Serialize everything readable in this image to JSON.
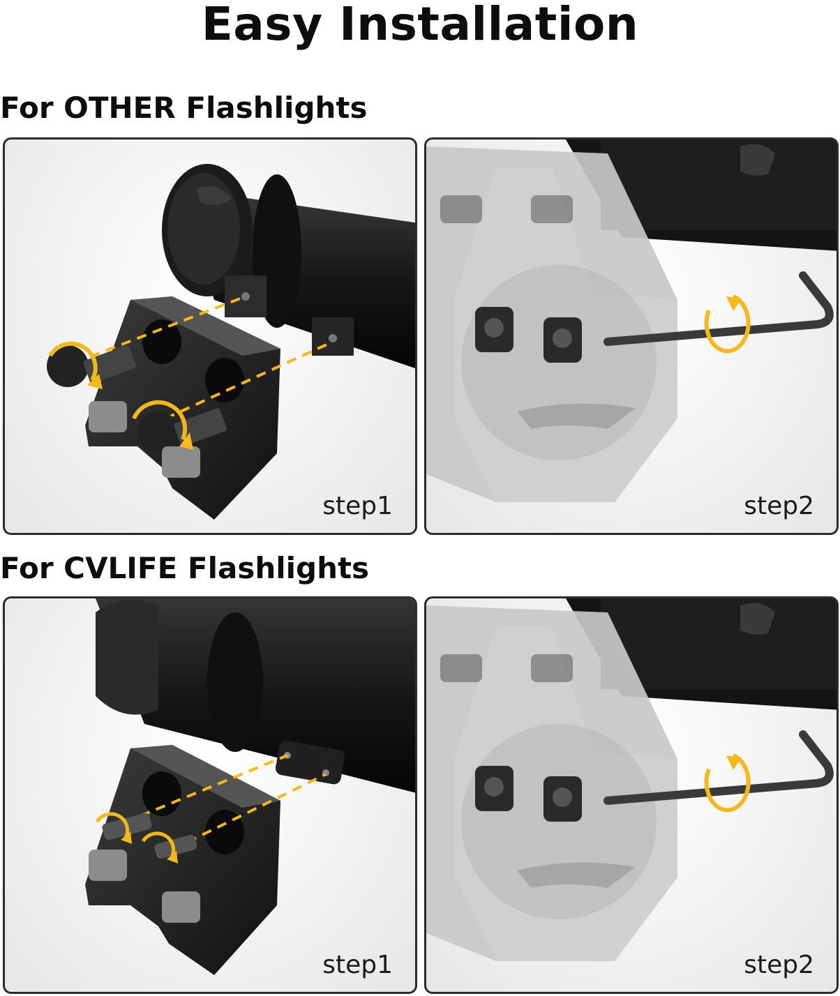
{
  "title": "Easy Installation",
  "sections": [
    {
      "heading": "For OTHER Flashlights",
      "steps": [
        {
          "label": "step1"
        },
        {
          "label": "step2"
        }
      ]
    },
    {
      "heading": "For CVLIFE Flashlights",
      "steps": [
        {
          "label": "step1"
        },
        {
          "label": "step2"
        }
      ]
    }
  ],
  "colors": {
    "accent": "#f5b81c",
    "frame": "#2b2b2b",
    "metal": "#1c1c1c",
    "rail": "#c8c8c8"
  }
}
